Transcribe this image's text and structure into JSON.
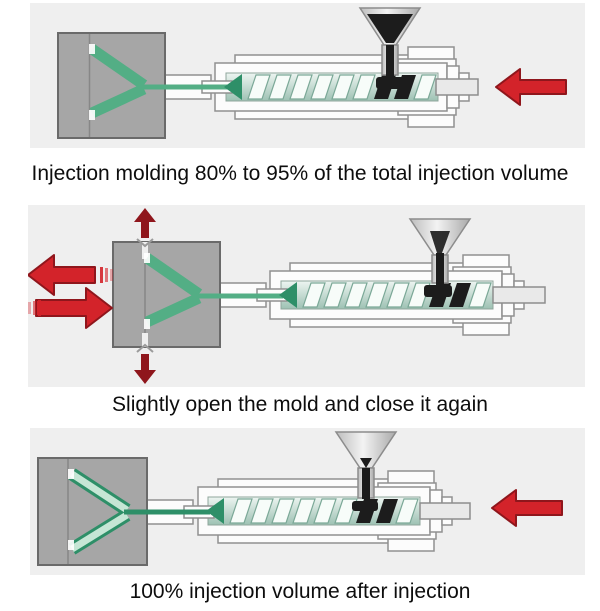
{
  "page": {
    "background": "#ffffff"
  },
  "colors": {
    "panel_bg": "#efefef",
    "mold_gray": "#a6a6a6",
    "mold_border": "#6a6a6a",
    "part_green": "#53ae85",
    "part_green_dark": "#2e8f68",
    "accent_red": "#d3232a",
    "dark_red": "#8f161c",
    "melt_black": "#1c1c1c",
    "machine_outline": "#909090",
    "caption_color": "#0d0d0d"
  },
  "panels": [
    {
      "id": "stage-1",
      "caption": "Injection molding 80% to 95% of the total injection volume",
      "icons": [
        "hopper-funnel-icon",
        "injection-pressure-arrow-left-icon"
      ]
    },
    {
      "id": "stage-2",
      "caption": "Slightly open the mold and close it again",
      "icons": [
        "hopper-funnel-icon",
        "mold-open-arrow-up-icon",
        "mold-open-arrow-down-icon",
        "mold-open-arrow-left-icon",
        "mold-close-arrow-right-icon"
      ]
    },
    {
      "id": "stage-3",
      "caption": "100% injection volume after injection",
      "icons": [
        "hopper-funnel-icon",
        "injection-pressure-arrow-left-icon"
      ]
    }
  ]
}
